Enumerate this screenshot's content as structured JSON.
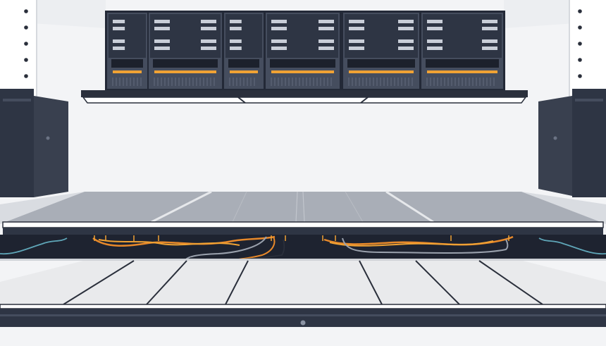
{
  "scene": {
    "subject": "server-room-raised-floor-illustration",
    "colors": {
      "background": "#f2f3f5",
      "rack_dark": "#2e3544",
      "rack_mid": "#454d5e",
      "slot_light": "#c9ced8",
      "accent_orange": "#f0a234",
      "cable_orange": "#e8892a",
      "cable_gray": "#9aa1ad",
      "cable_teal": "#5fa6b8",
      "floor_gray": "#a9aeb7",
      "panel_dark": "#2a2f3b",
      "lower_floor": "#e9eaec"
    },
    "rack_units": 6,
    "floor_tiles": 4
  }
}
